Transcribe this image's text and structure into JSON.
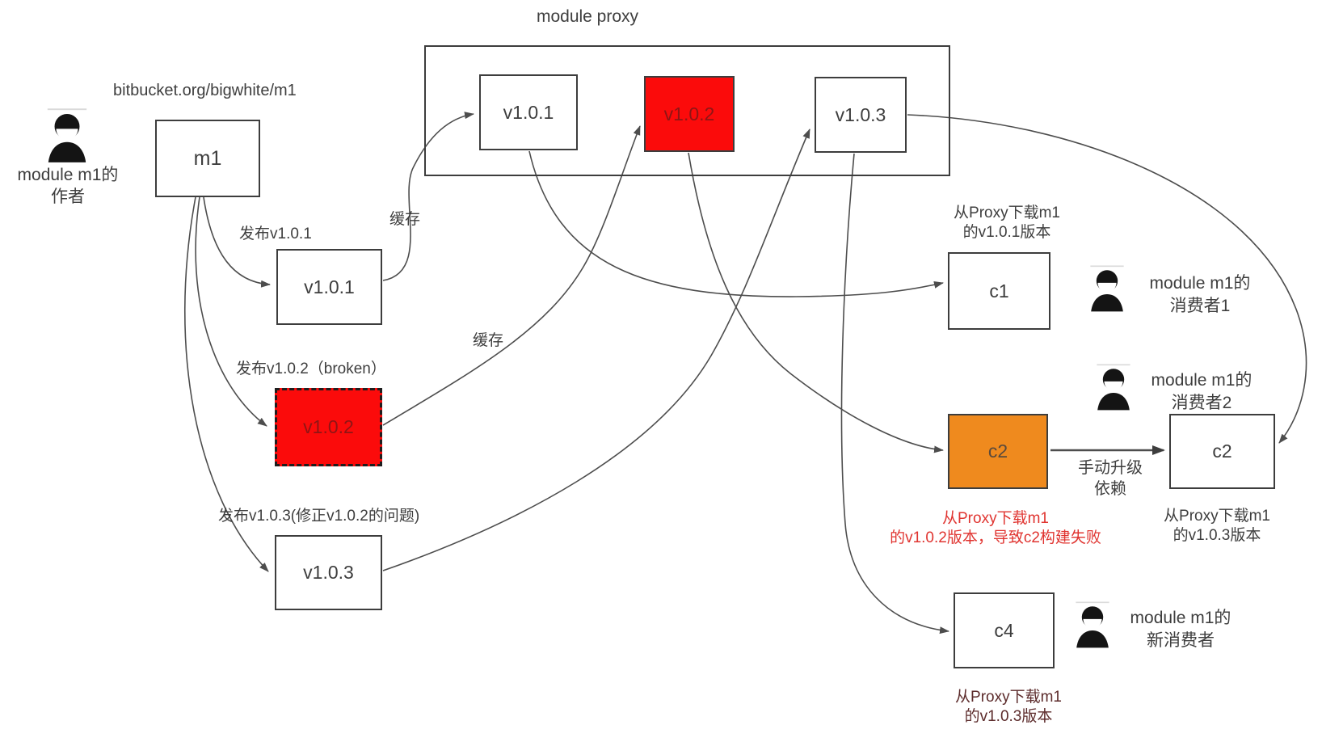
{
  "colors": {
    "red_fill": "#fb0b0b",
    "orange_fill": "#ef8a1e",
    "line": "#4d4d4d",
    "text": "#3e3e3e",
    "red_caption": "#e03430",
    "maroon_caption": "#5c2b2b",
    "red_box_text": "#8f1515"
  },
  "proxy": {
    "title": "module proxy",
    "v1": "v1.0.1",
    "v2": "v1.0.2",
    "v3": "v1.0.3"
  },
  "author": {
    "repo": "bitbucket.org/bigwhite/m1",
    "box_label": "m1",
    "person_line1": "module m1的",
    "person_line2": "作者"
  },
  "publish": {
    "v1": "发布v1.0.1",
    "v2": "发布v1.0.2（broken）",
    "v3": "发布v1.0.3(修正v1.0.2的问题)"
  },
  "local_versions": {
    "v1": "v1.0.1",
    "v2": "v1.0.2",
    "v3": "v1.0.3"
  },
  "cache": {
    "label1": "缓存",
    "label2": "缓存"
  },
  "c1": {
    "box_label": "c1",
    "caption1": "从Proxy下载m1",
    "caption2": "的v1.0.1版本",
    "person_line1": "module m1的",
    "person_line2": "消费者1"
  },
  "c2_broken": {
    "box_label": "c2",
    "caption1": "从Proxy下载m1",
    "caption2": "的v1.0.2版本，导致c2构建失败",
    "person_line1": "module m1的",
    "person_line2": "消费者2"
  },
  "c2_fixed": {
    "box_label": "c2",
    "caption1": "从Proxy下载m1",
    "caption2": "的v1.0.3版本"
  },
  "c4": {
    "box_label": "c4",
    "caption1": "从Proxy下载m1",
    "caption2": "的v1.0.3版本",
    "person_line1": "module m1的",
    "person_line2": "新消费者"
  },
  "upgrade": {
    "line1": "手动升级",
    "line2": "依赖"
  }
}
